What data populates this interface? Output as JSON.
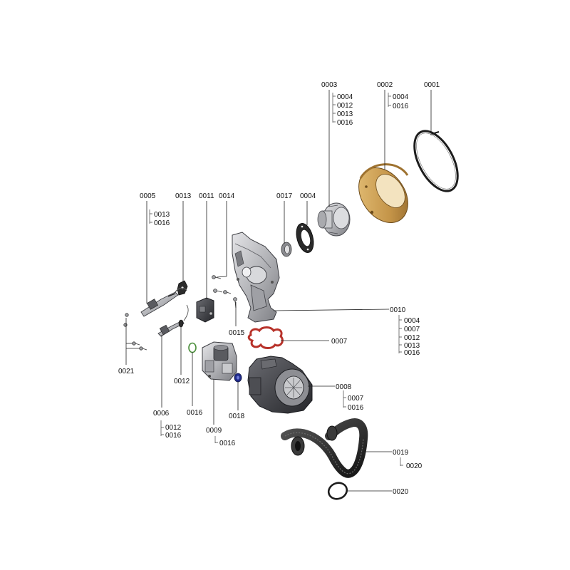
{
  "parts": [
    {
      "id": "p0001",
      "number": "0001",
      "subs": []
    },
    {
      "id": "p0002",
      "number": "0002",
      "subs": [
        "0004",
        "0016"
      ]
    },
    {
      "id": "p0003",
      "number": "0003",
      "subs": [
        "0004",
        "0012",
        "0013",
        "0016"
      ]
    },
    {
      "id": "p0004",
      "number": "0004",
      "subs": []
    },
    {
      "id": "p0005",
      "number": "0005",
      "subs": [
        "0013",
        "0016"
      ]
    },
    {
      "id": "p0006",
      "number": "0006",
      "subs": [
        "0012",
        "0016"
      ]
    },
    {
      "id": "p0007",
      "number": "0007",
      "subs": []
    },
    {
      "id": "p0008",
      "number": "0008",
      "subs": [
        "0007",
        "0016"
      ]
    },
    {
      "id": "p0009",
      "number": "0009",
      "subs": [
        "0016"
      ]
    },
    {
      "id": "p0010",
      "number": "0010",
      "subs": [
        "0004",
        "0007",
        "0012",
        "0013",
        "0016"
      ]
    },
    {
      "id": "p0011",
      "number": "0011",
      "subs": []
    },
    {
      "id": "p0012",
      "number": "0012",
      "subs": []
    },
    {
      "id": "p0013",
      "number": "0013",
      "subs": []
    },
    {
      "id": "p0014",
      "number": "0014",
      "subs": []
    },
    {
      "id": "p0015",
      "number": "0015",
      "subs": []
    },
    {
      "id": "p0016",
      "number": "0016",
      "subs": []
    },
    {
      "id": "p0017",
      "number": "0017",
      "subs": []
    },
    {
      "id": "p0018",
      "number": "0018",
      "subs": []
    },
    {
      "id": "p0019",
      "number": "0019",
      "subs": [
        "0020"
      ]
    },
    {
      "id": "p0020",
      "number": "0020",
      "subs": []
    },
    {
      "id": "p0021",
      "number": "0021",
      "subs": []
    }
  ],
  "colors": {
    "line": "#222222",
    "metal": "#b9b9bd",
    "metal_dark": "#6f7075",
    "dark": "#3a3b40",
    "brass": "#c89b4b",
    "gasket_red": "#c0392b",
    "blue_part": "#1f2a8a",
    "green_ring": "#4c8f3c",
    "hose": "#2a2a2a"
  }
}
